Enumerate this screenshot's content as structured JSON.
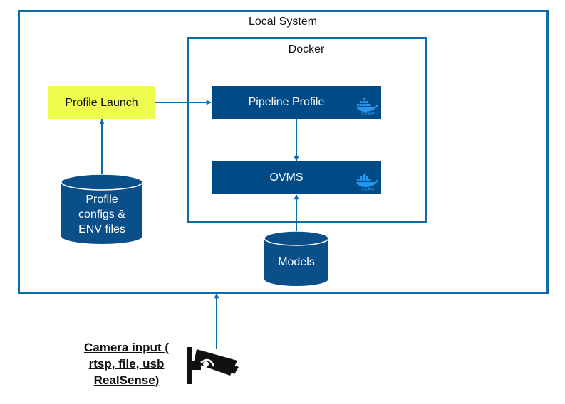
{
  "diagram": {
    "local_system_label": "Local System",
    "docker_label": "Docker",
    "profile_launch_label": "Profile Launch",
    "pipeline_profile_label": "Pipeline Profile",
    "ovms_label": "OVMS",
    "profile_configs_label": "Profile\nconfigs &\nENV files",
    "models_label": "Models",
    "camera_input_label": "Camera input (\nrtsp, file, usb\nRealSense)",
    "docker_logo_text": "docker",
    "colors": {
      "frame": "#0e6aa8",
      "box_blue": "#004a86",
      "cylinder_blue": "#0a4f8a",
      "highlight": "#eefc4e",
      "docker_logo": "#2496ed"
    }
  }
}
